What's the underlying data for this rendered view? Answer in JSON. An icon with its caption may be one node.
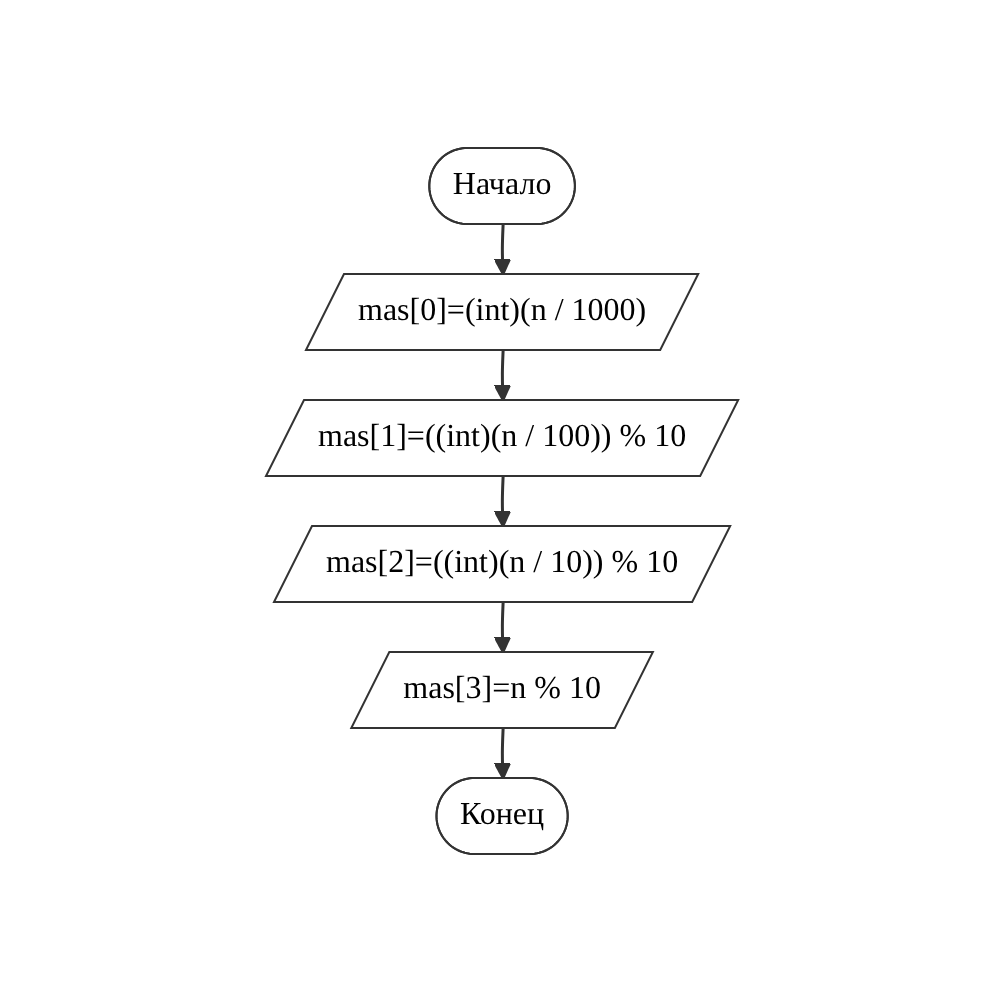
{
  "diagram": {
    "nodes": [
      {
        "text": [
          "Начало"
        ]
      },
      {
        "text": [
          "mas[0]=(int)(n / 1000)"
        ]
      },
      {
        "text": [
          "mas[1]=((int)(n / 100)) % 10"
        ]
      },
      {
        "text": [
          "mas[2]=((int)(n / 10)) % 10"
        ]
      },
      {
        "text": [
          "mas[3]=n % 10"
        ]
      },
      {
        "text": [
          "Конец"
        ]
      }
    ],
    "edges": [
      {
        "from": 0,
        "to": 1,
        "arrow": "to"
      },
      {
        "from": 1,
        "to": 2,
        "arrow": "to"
      },
      {
        "from": 2,
        "to": 3,
        "arrow": "to"
      },
      {
        "from": 3,
        "to": 4,
        "arrow": "to"
      },
      {
        "from": 4,
        "to": 5,
        "arrow": "to"
      }
    ]
  }
}
